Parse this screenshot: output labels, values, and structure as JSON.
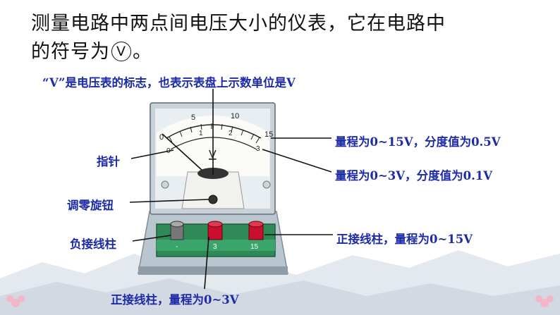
{
  "heading": {
    "line1": "测量电路中两点间电压大小的仪表，它在电路中",
    "line2_prefix": "的符号为",
    "symbol": "V",
    "line2_suffix": "。"
  },
  "annotations": {
    "top_note": "“V”是电压表的标志，也表示表盘上示数单位是V",
    "pointer": "指针",
    "zero_knob": "调零旋钮",
    "negative_terminal": "负接线柱",
    "range_15": "量程为0~15V，分度值为0.5V",
    "range_3": "量程为0~3V，分度值为0.1V",
    "pos_terminal_15": "正接线柱，量程为0~15V",
    "pos_terminal_3": "正接线柱，量程为0~3V"
  },
  "meter": {
    "unit_symbol": "V",
    "upper_scale": [
      "0",
      "5",
      "10",
      "15"
    ],
    "lower_scale": [
      "0",
      "1",
      "2",
      "3"
    ],
    "terminals": [
      "-",
      "3",
      "15"
    ]
  }
}
